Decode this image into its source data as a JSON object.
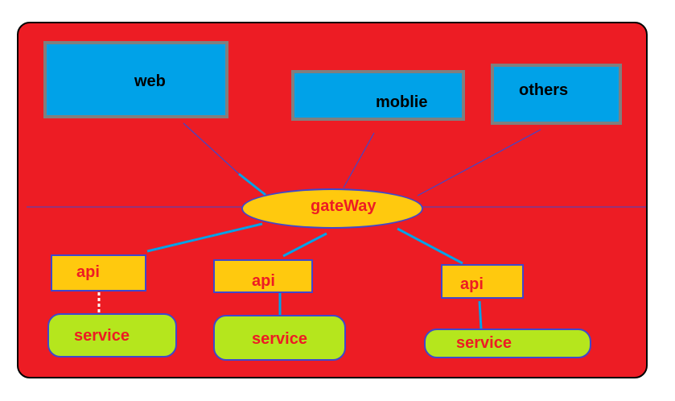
{
  "clients": [
    {
      "label": "web"
    },
    {
      "label": "moblie"
    },
    {
      "label": "others"
    }
  ],
  "gateway": {
    "label": "gateWay"
  },
  "apis": [
    {
      "label": "api"
    },
    {
      "label": "api"
    },
    {
      "label": "api"
    }
  ],
  "services": [
    {
      "label": "service"
    },
    {
      "label": "service"
    },
    {
      "label": "service"
    }
  ],
  "colors": {
    "background": "#ed1c24",
    "client_fill": "#00a2e8",
    "client_border": "#7f7f7f",
    "gateway_fill": "#ffc90e",
    "api_fill": "#ffc90e",
    "service_fill": "#b5e61d",
    "connector": "#00a2e8",
    "thin_line": "#3f48cc"
  }
}
